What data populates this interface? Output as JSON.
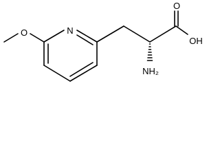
{
  "molecule": {
    "atom_labels": {
      "methoxy_o": "O",
      "ring_n": "N",
      "acid_oh": "OH",
      "carbonyl_o": "O",
      "amino": "NH₂"
    },
    "stereo_bond": "hashed-wedge",
    "line_color": "#000000"
  }
}
